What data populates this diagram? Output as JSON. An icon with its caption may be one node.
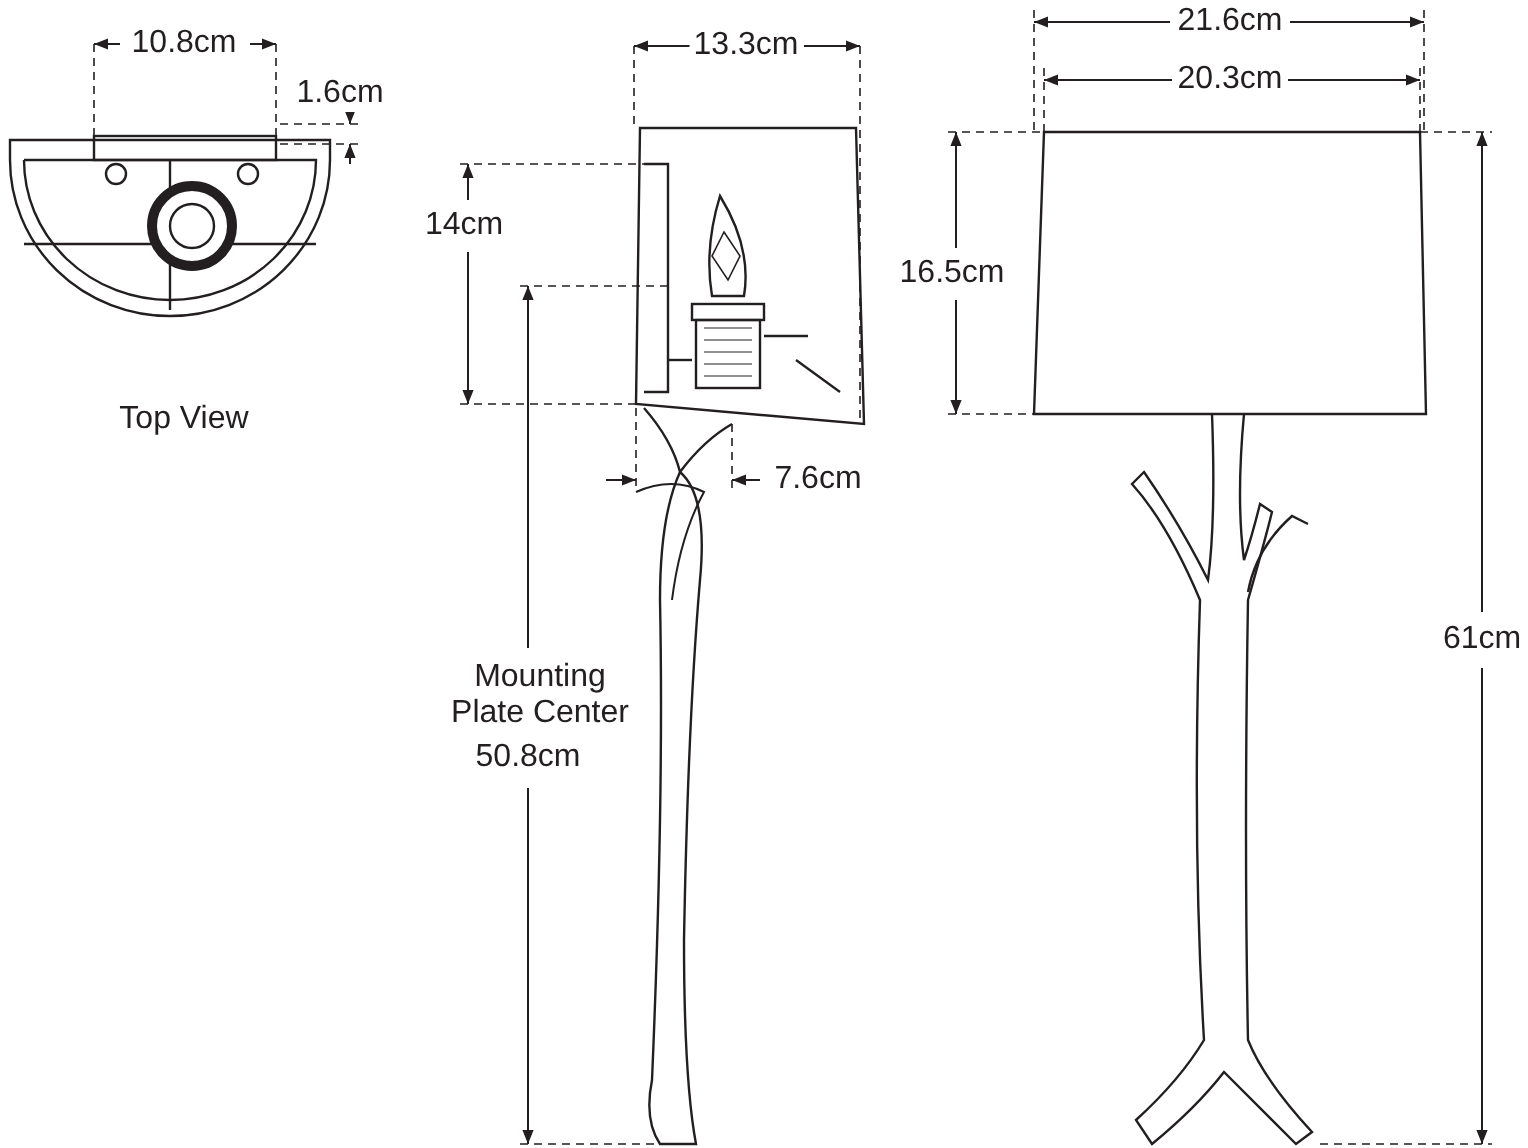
{
  "diagram": {
    "labels": [
      "10.8cm",
      "1.6cm",
      "13.3cm",
      "21.6cm",
      "20.3cm",
      "14cm",
      "16.5cm",
      "Top View",
      "7.6cm",
      "Mounting Plate Center",
      "50.8cm",
      "61cm"
    ]
  }
}
